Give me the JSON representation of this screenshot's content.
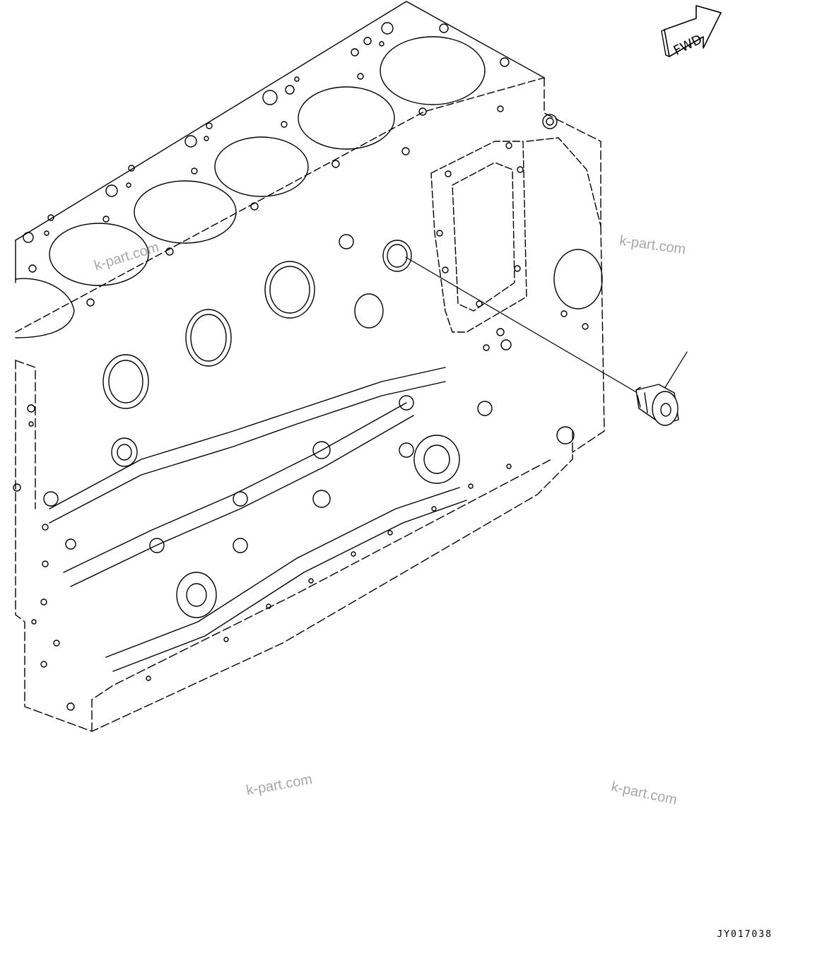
{
  "orientation": {
    "label": "FWD"
  },
  "watermarks": [
    "k-part.com",
    "k-part.com",
    "k-part.com",
    "k-part.com"
  ],
  "drawing_code": "JY017038"
}
